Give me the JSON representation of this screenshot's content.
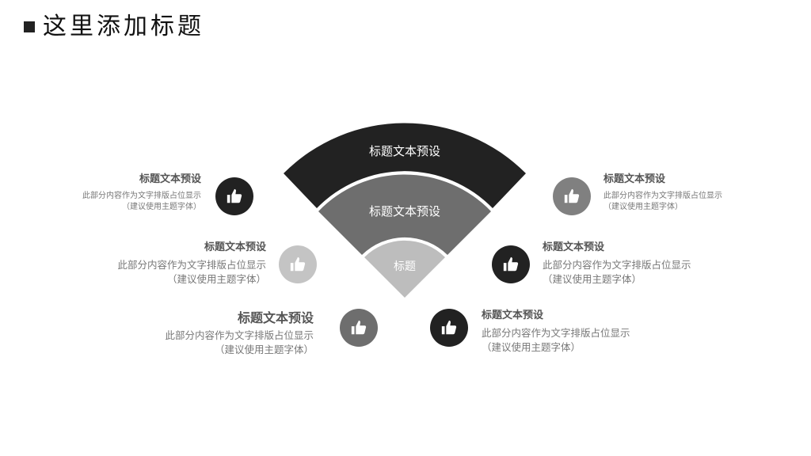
{
  "title": "这里添加标题",
  "fan": {
    "outer": "标题文本预设",
    "middle": "标题文本预设",
    "inner": "标题"
  },
  "colors": {
    "dark": "#222222",
    "mid": "#6e6e6e",
    "light": "#bdbdbd",
    "icon_mid": "#808080"
  },
  "icon": "thumbs-up-icon",
  "items": [
    {
      "heading": "标题文本预设",
      "line1": "此部分内容作为文字排版占位显示",
      "line2": "（建议使用主题字体）"
    },
    {
      "heading": "标题文本预设",
      "line1": "此部分内容作为文字排版占位显示",
      "line2": "（建议使用主题字体）"
    },
    {
      "heading": "标题文本预设",
      "line1": "此部分内容作为文字排版占位显示",
      "line2": "（建议使用主题字体）"
    },
    {
      "heading": "标题文本预设",
      "line1": "此部分内容作为文字排版占位显示",
      "line2": "（建议使用主题字体）"
    },
    {
      "heading": "标题文本预设",
      "line1": "此部分内容作为文字排版占位显示",
      "line2": "（建议使用主题字体）"
    },
    {
      "heading": "标题文本预设",
      "line1": "此部分内容作为文字排版占位显示",
      "line2": "（建议使用主题字体）"
    }
  ]
}
